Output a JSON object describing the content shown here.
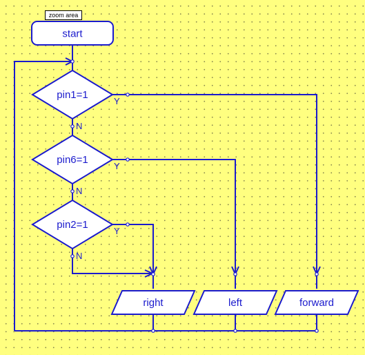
{
  "zoom_area_label": "zoom area",
  "nodes": {
    "start": "start",
    "decision_pin1": "pin1=1",
    "decision_pin6": "pin6=1",
    "decision_pin2": "pin2=1",
    "action_right": "right",
    "action_left": "left",
    "action_forward": "forward"
  },
  "edge_labels": {
    "yes": "Y",
    "no": "N"
  },
  "colors": {
    "background": "#ffff80",
    "line": "#1a1acd",
    "fill": "#ffffff"
  }
}
